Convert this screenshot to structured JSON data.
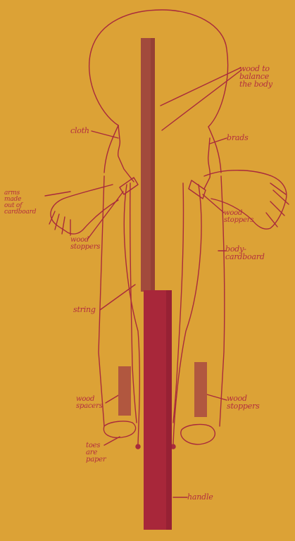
{
  "palette": {
    "background": "#DCA236",
    "ink": "#A82A3C",
    "stick": "#A24A3C",
    "handle": "#A8273A",
    "wood_block": "#B1573F"
  },
  "labels": {
    "wood_to_balance": "wood to\nbalance\nthe body",
    "cloth": "cloth",
    "brads": "brads",
    "arms": "arms\nmade\nout of\ncardboard",
    "wood_stoppers_left": "wood\nstoppers",
    "wood_stoppers_right": "wood\nstoppers",
    "body_cardboard": "body-\ncardboard",
    "string": "string",
    "wood_spacers": "wood\nspacers",
    "wood_stoppers_lower": "wood\nstoppers",
    "toes": "toes\nare\npaper",
    "handle": "handle"
  }
}
